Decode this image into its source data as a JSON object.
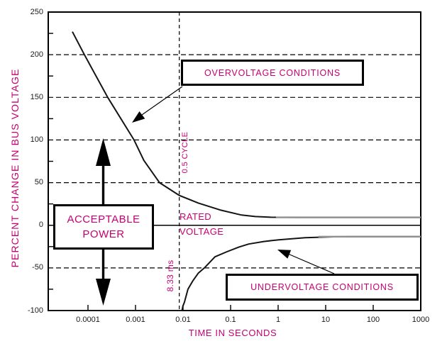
{
  "colors": {
    "accent_magenta": "#C50072",
    "curve_black": "#141414",
    "curve_tail_gray": "#8f8f8f",
    "axis_black": "#000000",
    "tick_text": "#1a1a1a",
    "background": "#ffffff"
  },
  "chart_data": {
    "type": "line",
    "title": "",
    "xlabel": "TIME IN SECONDS",
    "ylabel": "PERCENT CHANGE IN BUS VOLTAGE",
    "x_scale": "log",
    "xlim": [
      1.46e-05,
      1000
    ],
    "ylim": [
      -100,
      250
    ],
    "x_ticks": [
      0.0001,
      0.001,
      0.01,
      0.1,
      1,
      10,
      100,
      1000
    ],
    "x_tick_labels": [
      "0.0001",
      "0.001",
      "0.01",
      "0.1",
      "1",
      "10",
      "100",
      "1000"
    ],
    "y_ticks": [
      250,
      200,
      150,
      100,
      50,
      0,
      -50,
      -100
    ],
    "y_minor_ticks": [
      225,
      175,
      125,
      75,
      25,
      -25,
      -75
    ],
    "h_gridlines_dashed": [
      200,
      150,
      100,
      50,
      -50
    ],
    "zero_line": 0,
    "v_reference_line_x": 0.00833,
    "grid": "dashed",
    "legend": "none",
    "series": [
      {
        "name": "overvoltage-limit",
        "color": "#141414",
        "tail": {
          "from_t": 0.9,
          "color": "#8f8f8f"
        },
        "points": [
          [
            4.7e-05,
            227
          ],
          [
            8.4e-05,
            200
          ],
          [
            0.00026,
            150
          ],
          [
            0.00093,
            100
          ],
          [
            0.0015,
            76
          ],
          [
            0.0032,
            50
          ],
          [
            0.00833,
            35
          ],
          [
            0.021,
            26
          ],
          [
            0.06,
            18
          ],
          [
            0.17,
            12
          ],
          [
            0.33,
            10.2
          ],
          [
            0.7,
            9.4
          ],
          [
            2.6,
            9.2
          ],
          [
            1000,
            9.2
          ]
        ]
      },
      {
        "name": "undervoltage-limit",
        "color": "#141414",
        "tail": {
          "from_t": 7,
          "color": "#8f8f8f"
        },
        "points": [
          [
            1.46e-05,
            -100
          ],
          [
            0.0095,
            -100
          ],
          [
            0.0099,
            -95
          ],
          [
            0.0107,
            -90
          ],
          [
            0.0127,
            -75
          ],
          [
            0.0161,
            -65
          ],
          [
            0.021,
            -56
          ],
          [
            0.028,
            -50
          ],
          [
            0.047,
            -37
          ],
          [
            0.084,
            -31
          ],
          [
            0.15,
            -25.5
          ],
          [
            0.24,
            -22
          ],
          [
            0.5,
            -19
          ],
          [
            1.03,
            -17
          ],
          [
            3.7,
            -14.5
          ],
          [
            14.7,
            -13.5
          ],
          [
            40,
            -13.4
          ],
          [
            1000,
            -13.4
          ]
        ]
      }
    ],
    "asymptotes": {
      "overvoltage_steady_state_pct": 9.2,
      "undervoltage_steady_state_pct": -13.4
    }
  },
  "annotations": {
    "overvoltage_box": "OVERVOLTAGE CONDITIONS",
    "undervoltage_box": "UNDERVOLTAGE CONDITIONS",
    "acceptable_power_line1": "ACCEPTABLE",
    "acceptable_power_line2": "POWER",
    "rated_voltage_line1": "RATED",
    "rated_voltage_line2": "VOLTAGE",
    "half_cycle": "0.5 CYCLE",
    "ms_label": "8.33 ms"
  }
}
